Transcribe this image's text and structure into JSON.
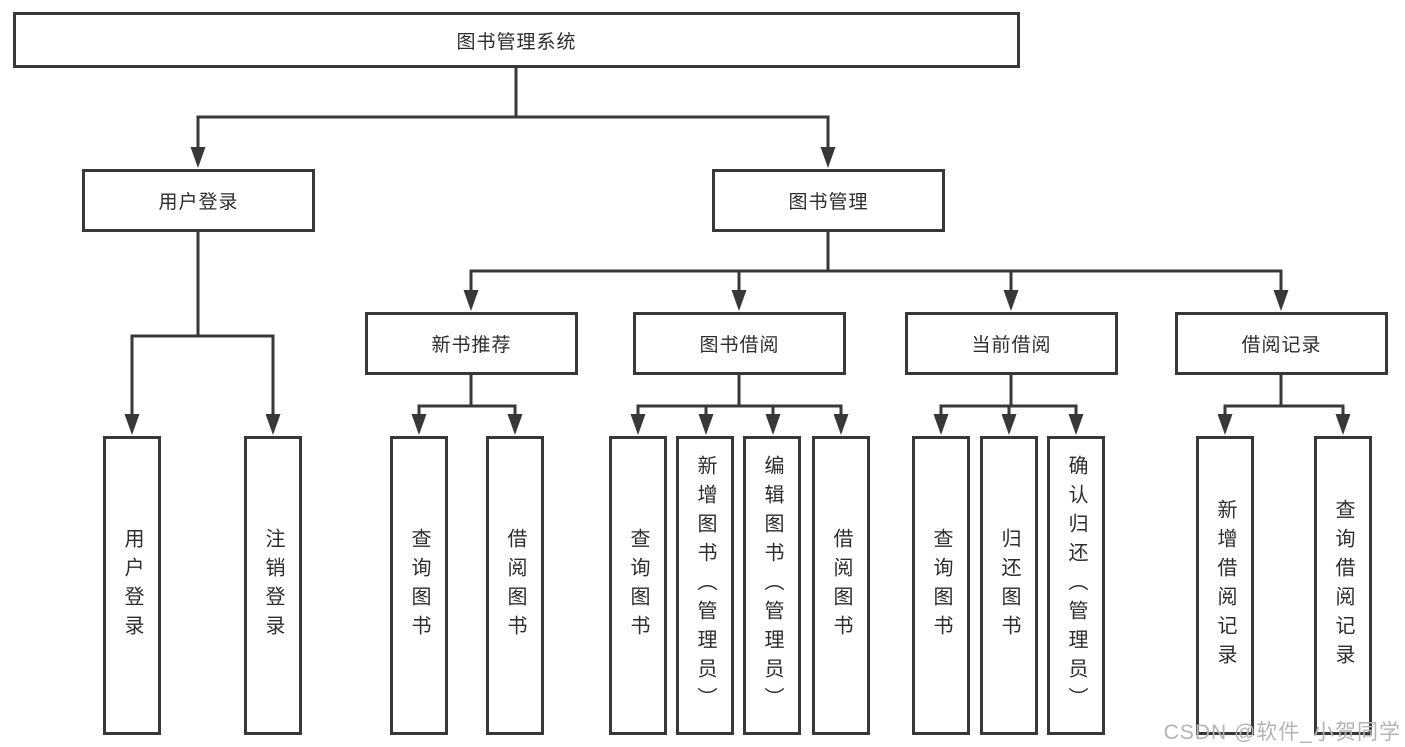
{
  "diagram": {
    "tree": {
      "root": {
        "label": "图书管理系统",
        "children": [
          {
            "label": "用户登录",
            "children": [
              {
                "label": "用户登录"
              },
              {
                "label": "注销登录"
              }
            ]
          },
          {
            "label": "图书管理",
            "children": [
              {
                "label": "新书推荐",
                "children": [
                  {
                    "label": "查询图书"
                  },
                  {
                    "label": "借阅图书"
                  }
                ]
              },
              {
                "label": "图书借阅",
                "children": [
                  {
                    "label": "查询图书"
                  },
                  {
                    "label": "新增图书（管理员）"
                  },
                  {
                    "label": "编辑图书（管理员）"
                  },
                  {
                    "label": "借阅图书"
                  }
                ]
              },
              {
                "label": "当前借阅",
                "children": [
                  {
                    "label": "查询图书"
                  },
                  {
                    "label": "归还图书"
                  },
                  {
                    "label": "确认归还（管理员）"
                  }
                ]
              },
              {
                "label": "借阅记录",
                "children": [
                  {
                    "label": "新增借阅记录"
                  },
                  {
                    "label": "查询借阅记录"
                  }
                ]
              }
            ]
          }
        ]
      }
    },
    "colors": {
      "line": "#383838",
      "box_border": "#383838",
      "text": "#2d2d2d",
      "watermark": "#b4b4b4",
      "background": "#ffffff"
    }
  },
  "watermark": {
    "label": "CSDN @软件_小贺同学"
  }
}
